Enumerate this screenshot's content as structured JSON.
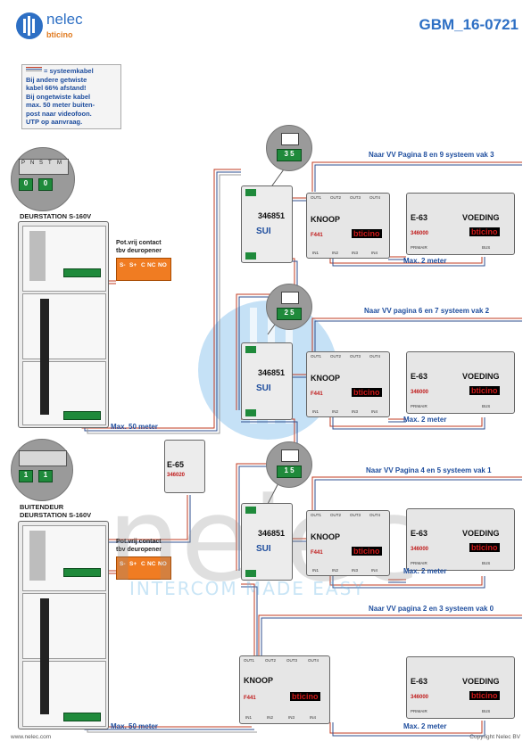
{
  "brand": {
    "name": "nelec",
    "tagline": "INTERCOM MADE EASY",
    "sub_brand": "bticino",
    "accent": "#2d6fc4"
  },
  "doc_code": "GBM_16-0721",
  "legend": {
    "lines": [
      "= systeemkabel",
      "Bij andere getwiste",
      "kabel 66% afstand!",
      "Bij ongetwiste kabel",
      "max. 50 meter buiten-",
      "post naar videofoon.",
      "UTP op aanvraag."
    ]
  },
  "stations": {
    "top_label": "DEURSTATION S-160V",
    "bottom_label_1": "BUITENDEUR",
    "bottom_label_2": "DEURSTATION S-160V",
    "dip_top": [
      "P",
      "N",
      "S",
      "T",
      "M"
    ],
    "dip_top_values": [
      "0",
      "0"
    ],
    "dip_bottom_values": [
      "1",
      "1"
    ],
    "contact_label_1": "Pot.vrij contact",
    "contact_label_2": "tbv deuropener",
    "contact_terminals": [
      "S-",
      "S+",
      "C",
      "NC",
      "NO"
    ]
  },
  "distances": {
    "max_50": "Max. 50 meter",
    "max_2": "Max. 2 meter"
  },
  "e65": {
    "name": "E-65",
    "code": "346020"
  },
  "vv_labels": [
    "Naar VV Pagina 8 en 9  systeem vak 3",
    "Naar VV pagina 6 en 7  systeem vak 2",
    "Naar VV Pagina 4 en 5  systeem vak 1",
    "Naar VV pagina 2 en 3  systeem vak 0"
  ],
  "interface": {
    "code": "346851",
    "mode": "SUI"
  },
  "badge_values": [
    "3 5",
    "2 5",
    "1 5"
  ],
  "knoop": {
    "name": "KNOOP",
    "code": "F441",
    "outputs": [
      "OUT1",
      "OUT2",
      "OUT3",
      "OUT4"
    ],
    "inputs": [
      "IN1",
      "IN2",
      "IN3",
      "IN4"
    ]
  },
  "voeding": {
    "model": "E-63",
    "name": "VOEDING",
    "code": "346000",
    "primair": "PRIMAIR",
    "bus": "BUS"
  },
  "footer": {
    "left": "www.nelec.com",
    "right": "Copyright Nelec BV"
  }
}
